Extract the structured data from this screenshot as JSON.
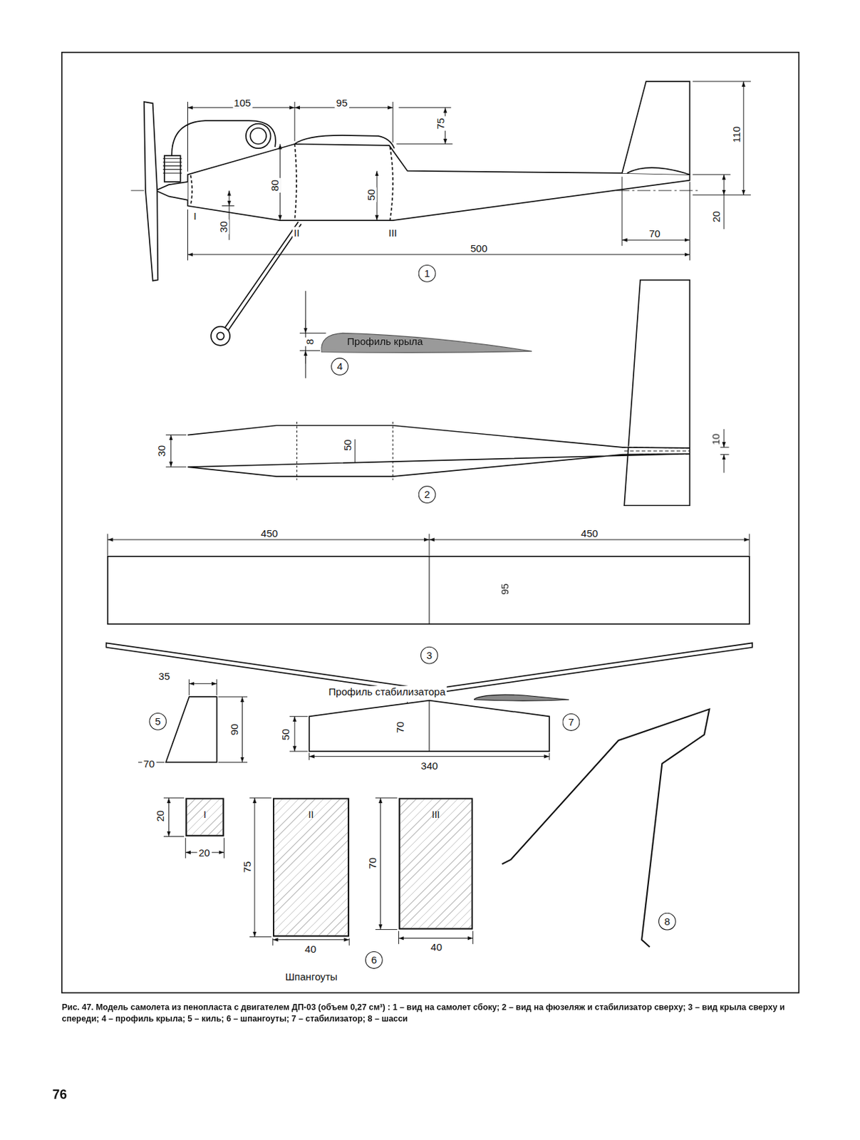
{
  "diagram": {
    "caption": "Рис. 47. Модель самолета из пенопласта с двигателем ДП-03 (объем 0,27 см³) : 1 – вид на самолет сбоку; 2 – вид на фюзеляж и стабилизатор сверху; 3 – вид крыла сверху и спереди; 4 – профиль крыла; 5 – киль; 6 – шпангоуты; 7 – стабилизатор; 8 – шасси",
    "nodes": [
      {
        "text": [
          "1"
        ]
      },
      {
        "text": [
          "Профиль крыла"
        ]
      },
      {
        "text": [
          "4"
        ]
      },
      {
        "text": [
          "2"
        ]
      },
      {
        "text": [
          "3"
        ]
      },
      {
        "text": [
          "5"
        ]
      },
      {
        "text": [
          "7"
        ]
      },
      {
        "text": [
          "I"
        ]
      },
      {
        "text": [
          "II"
        ]
      },
      {
        "text": [
          "III"
        ]
      },
      {
        "text": [
          "6"
        ]
      },
      {
        "text": [
          "8"
        ]
      }
    ],
    "labels": [
      "105",
      "95",
      "75",
      "110",
      "80",
      "50",
      "30",
      "I",
      "II",
      "III",
      "20",
      "70",
      "500",
      "8",
      "30",
      "50",
      "10",
      "450",
      "450",
      "95",
      "35",
      "90",
      "70",
      "Профиль стабилизатора",
      "50",
      "70",
      "340",
      "20",
      "20",
      "75",
      "40",
      "70",
      "40",
      "Шпангоуты",
      "76"
    ]
  }
}
